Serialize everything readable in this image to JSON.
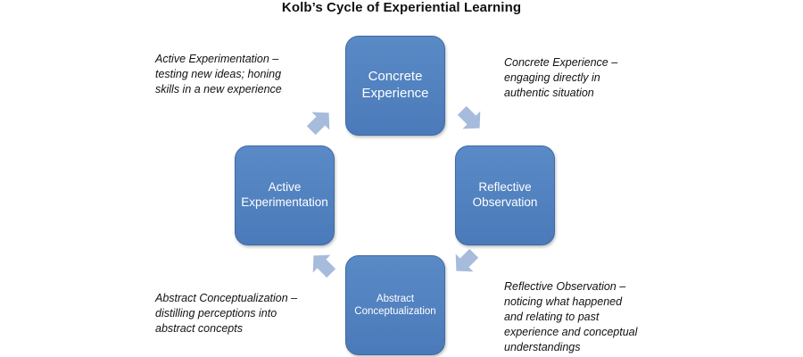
{
  "title": "Kolb’s Cycle of Experiential Learning",
  "nodes": {
    "top": "Concrete Experience",
    "right": "Reflective Observation",
    "bottom": "Abstract Conceptualization",
    "left": "Active Experimentation"
  },
  "notes": {
    "top_left": "Active Experimentation –\ntesting new ideas; honing\nskills in a new experience",
    "top_right": "Concrete Experience –\nengaging directly in\nauthentic situation",
    "bottom_right": "Reflective Observation –\nnoticing what happened\nand relating to past\nexperience and conceptual\nunderstandings",
    "bottom_left": "Abstract Conceptualization –\ndistilling perceptions into\nabstract concepts"
  },
  "colors": {
    "node_fill": "#4f81bd",
    "arrow_fill": "#a7bcdc"
  }
}
